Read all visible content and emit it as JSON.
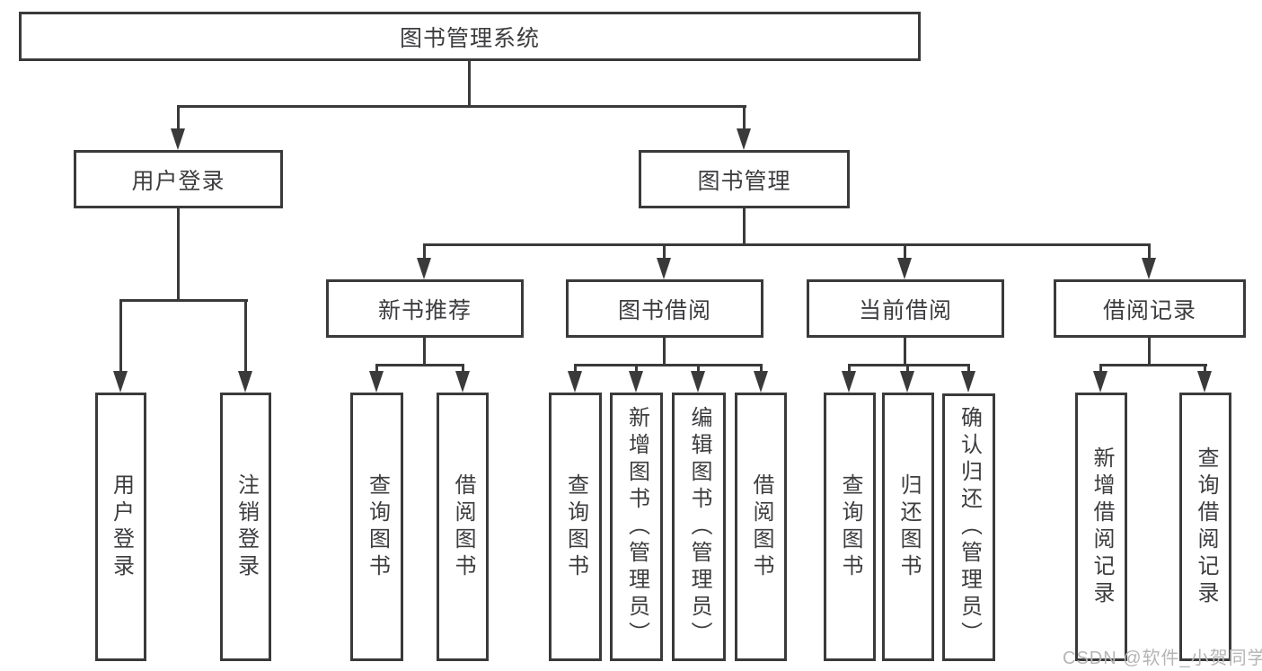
{
  "diagram": {
    "root": {
      "label": "图书管理系统"
    },
    "level2": [
      {
        "label": "用户登录"
      },
      {
        "label": "图书管理"
      }
    ],
    "level3": [
      {
        "label": "新书推荐"
      },
      {
        "label": "图书借阅"
      },
      {
        "label": "当前借阅"
      },
      {
        "label": "借阅记录"
      }
    ],
    "leaves": {
      "user_login": [
        "用户登录",
        "注销登录"
      ],
      "new_book_recommend": [
        "查询图书",
        "借阅图书"
      ],
      "book_borrowing": [
        "查询图书",
        "新增图书（管理员）",
        "编辑图书（管理员）",
        "借阅图书"
      ],
      "current_borrowing": [
        "查询图书",
        "归还图书",
        "确认归还（管理员）"
      ],
      "borrowing_records": [
        "新增借阅记录",
        "查询借阅记录"
      ]
    }
  },
  "watermark": "CSDN @软件_小贺同学",
  "colors": {
    "line": "#3a3a3a",
    "text": "#3d3d40",
    "watermark": "#b5b5b5",
    "background": "#ffffff"
  }
}
